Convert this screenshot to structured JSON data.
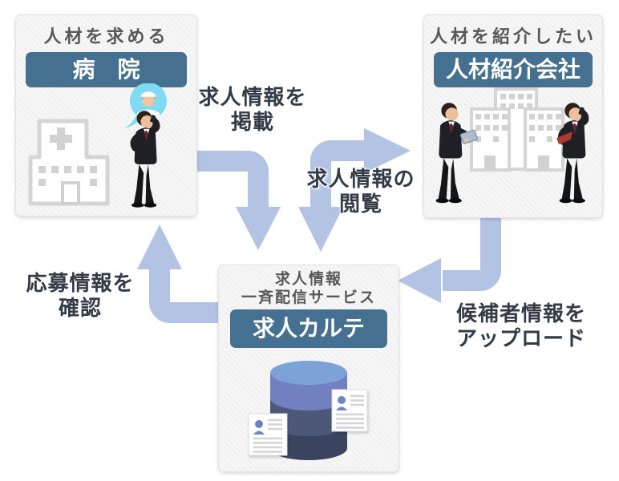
{
  "boxes": {
    "hospital": {
      "title": "人材を求める",
      "label": "病　院"
    },
    "agency": {
      "title": "人材を紹介したい",
      "label": "人材紹介会社"
    },
    "service": {
      "title_line1": "求人情報",
      "title_line2": "一斉配信サービス",
      "label": "求人カルテ"
    }
  },
  "arrows": {
    "post_job_info": {
      "line1": "求人情報を",
      "line2": "掲載"
    },
    "view_job_info": {
      "line1": "求人情報の",
      "line2": "閲覧"
    },
    "upload_candidate_info": {
      "line1": "候補者情報を",
      "line2": "アップロード"
    },
    "confirm_application_info": {
      "line1": "応募情報を",
      "line2": "確認"
    }
  },
  "icons": {
    "hospital_building": "hospital-building-icon",
    "businessman_phone": "businessman-on-phone-icon",
    "nurse_bubble": "nurse-speech-bubble-icon",
    "office_buildings": "office-buildings-icon",
    "businessman_tablet": "businessman-with-tablet-icon",
    "database": "database-icon",
    "resume": "resume-document-icon"
  },
  "colors": {
    "accent": "#45708f",
    "label_text": "#ffffff",
    "box_title_text": "#585858",
    "arrow": "#b3c3e3",
    "arrow_label_text": "#333b47",
    "db_top": "#7ca2d8",
    "db_upper": "#7280c2",
    "db_lower": "#4d5878",
    "db_bottom": "#3a445f",
    "bubble": "#7edbf2",
    "person_glyph": "#6e83c4"
  }
}
